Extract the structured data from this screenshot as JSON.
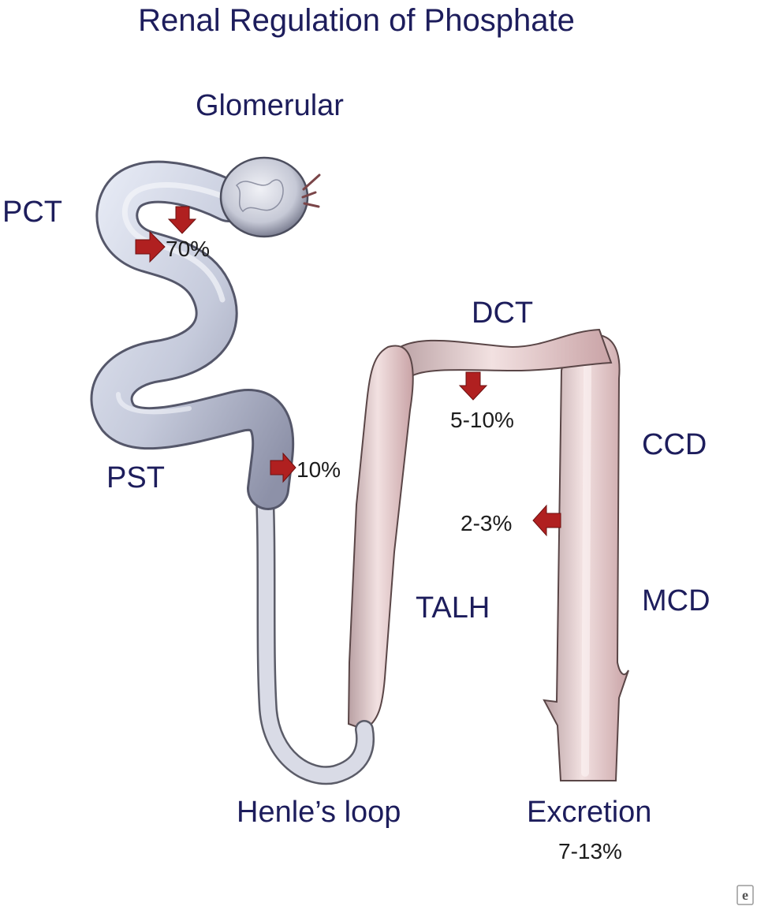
{
  "title": "Renal Regulation of Phosphate",
  "colors": {
    "label_text": "#1d1d5c",
    "arrow_red": "#b02020",
    "proximal_tubule": "#c9ccda",
    "distal_tubule": "#e6cfd0"
  },
  "segments": {
    "glomerular": "Glomerular",
    "pct": "PCT",
    "pst": "PST",
    "dct": "DCT",
    "ccd": "CCD",
    "talh": "TALH",
    "mcd": "MCD",
    "henle": "Henle’s loop",
    "excretion": "Excretion"
  },
  "reabsorption": {
    "pct": "70%",
    "pst": "10%",
    "dct": "5-10%",
    "ccd": "2-3%",
    "excretion": "7-13%"
  },
  "logo": {
    "icon": "e-logo-icon",
    "text": "e"
  }
}
